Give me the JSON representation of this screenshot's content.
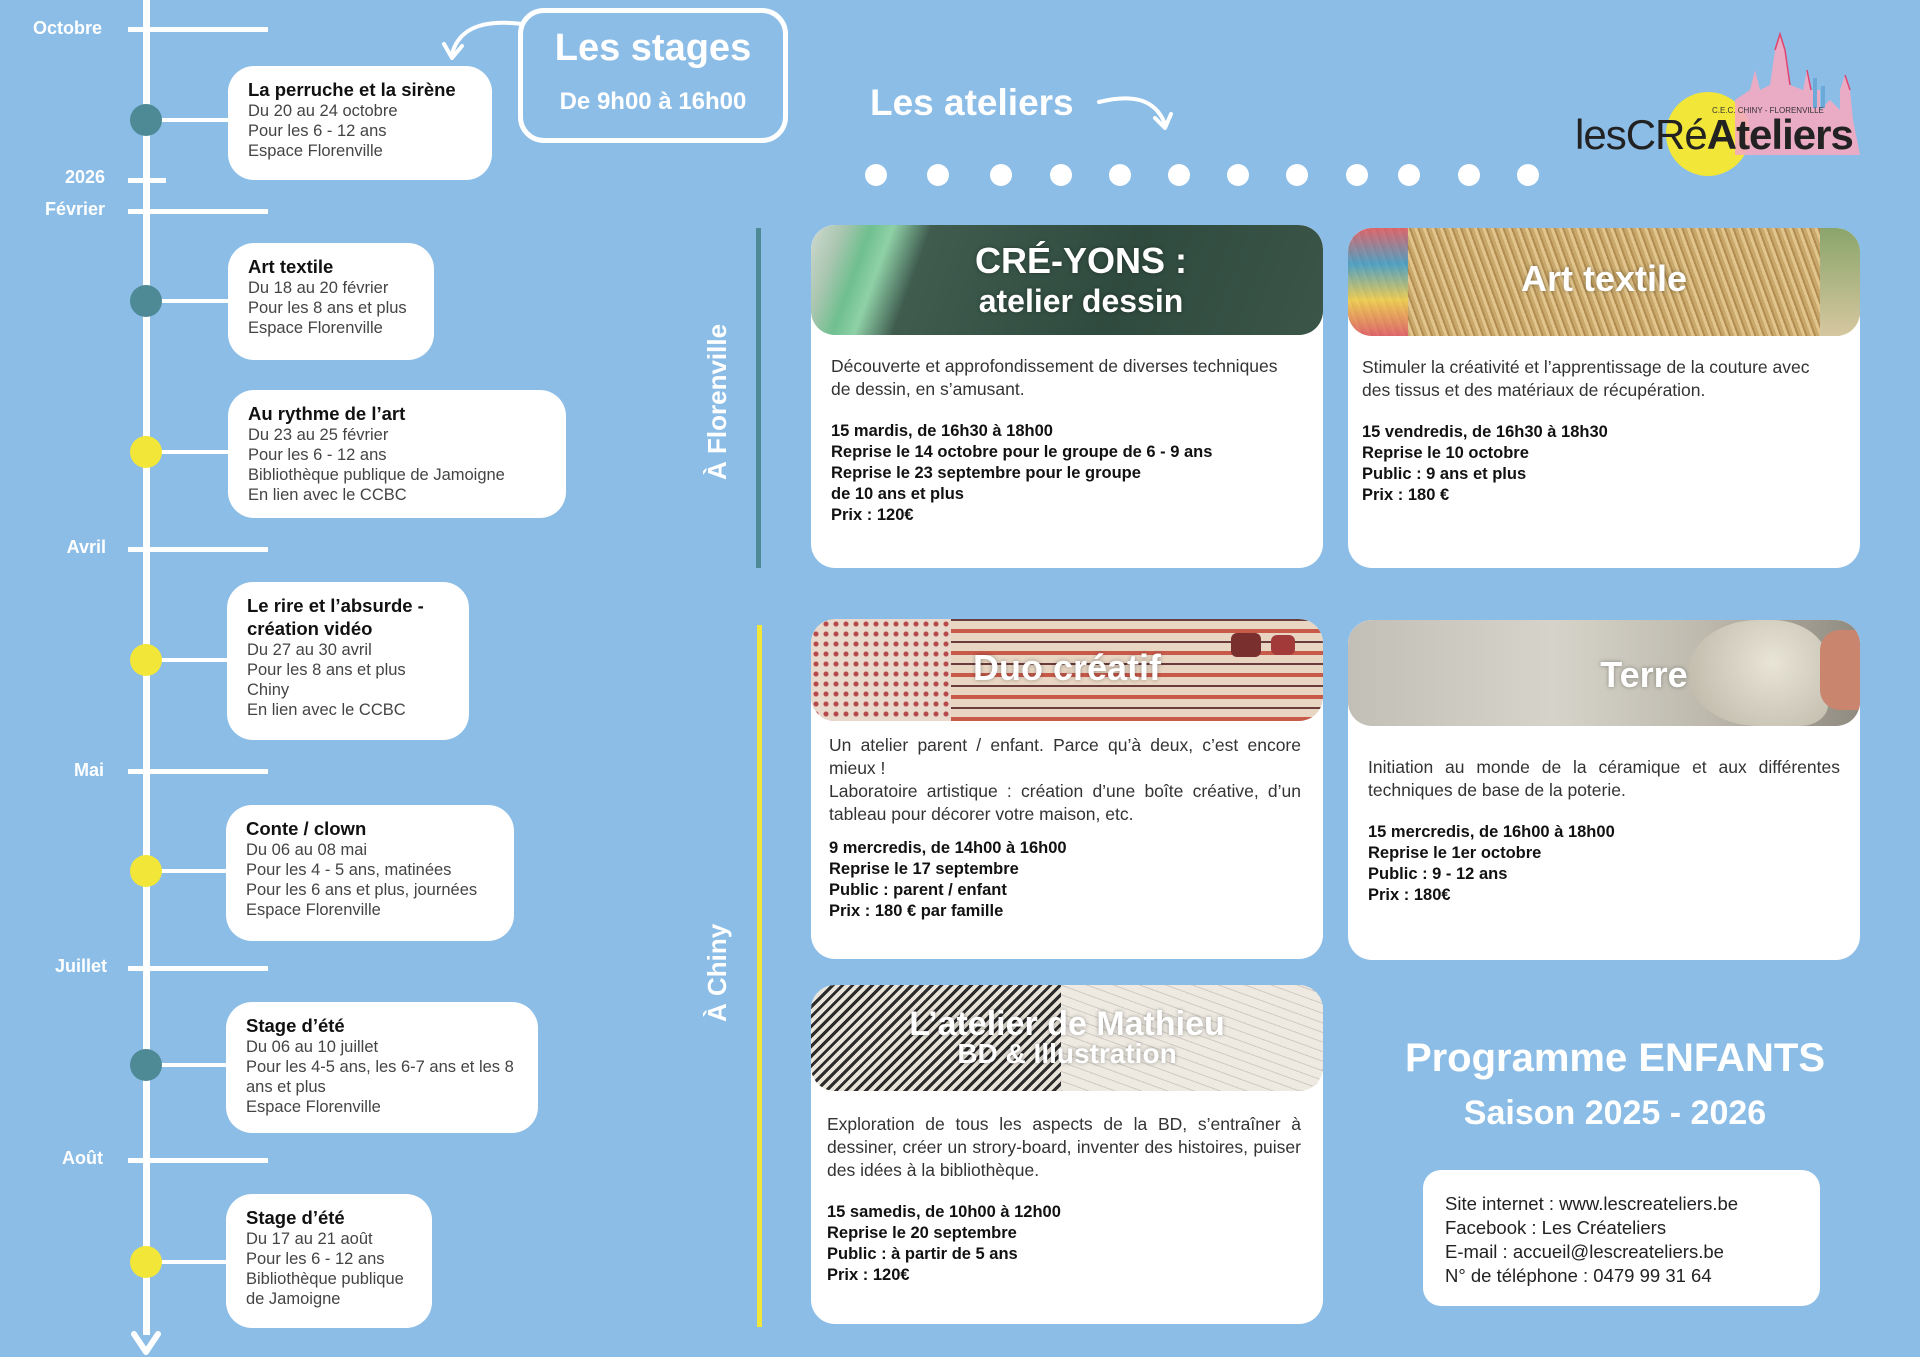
{
  "timeline": {
    "months": [
      {
        "id": "octobre",
        "label": "Octobre"
      },
      {
        "id": "year",
        "label": "2026"
      },
      {
        "id": "fevrier",
        "label": "Février"
      },
      {
        "id": "avril",
        "label": "Avril"
      },
      {
        "id": "mai",
        "label": "Mai"
      },
      {
        "id": "juillet",
        "label": "Juillet"
      },
      {
        "id": "aout",
        "label": "Août"
      }
    ],
    "stages": [
      {
        "title": "La perruche et la sirène",
        "lines": [
          "Du 20 au 24 octobre",
          "Pour les 6 - 12 ans",
          "Espace Florenville"
        ],
        "marker": "teal"
      },
      {
        "title": "Art textile",
        "lines": [
          "Du 18 au 20 février",
          "Pour les 8 ans et plus",
          "Espace Florenville"
        ],
        "marker": "teal"
      },
      {
        "title": "Au rythme de l’art",
        "lines": [
          "Du 23 au 25 février",
          "Pour les 6 - 12 ans",
          "Bibliothèque publique de Jamoigne",
          "En lien avec le CCBC"
        ],
        "marker": "yellow"
      },
      {
        "title": "Le rire et l’absurde - création vidéo",
        "lines": [
          "Du 27 au 30 avril",
          "Pour les 8 ans et plus",
          "Chiny",
          "En lien avec le CCBC"
        ],
        "marker": "yellow"
      },
      {
        "title": "Conte / clown",
        "lines": [
          "Du 06 au 08 mai",
          "Pour les 4 - 5 ans, matinées",
          "Pour les 6 ans et plus, journées",
          "Espace Florenville"
        ],
        "marker": "yellow"
      },
      {
        "title": "Stage d’été",
        "lines": [
          "Du 06 au 10 juillet",
          "Pour les 4-5 ans, les 6-7 ans et les 8 ans et plus",
          "Espace Florenville"
        ],
        "marker": "teal"
      },
      {
        "title": "Stage d’été",
        "lines": [
          "Du 17 au 21 août",
          "Pour les 6 - 12 ans",
          "Bibliothèque publique de Jamoigne"
        ],
        "marker": "yellow"
      }
    ]
  },
  "stages_header": {
    "title": "Les stages",
    "hours": "De 9h00 à 16h00"
  },
  "ateliers_header": {
    "title": "Les ateliers"
  },
  "logo": {
    "prefix": "les",
    "cre": "CRé",
    "suffix": "Ateliers",
    "subtitle": "C.E.C. CHINY - FLORENVILLE"
  },
  "locations": {
    "florenville": "À Florenville",
    "chiny": "À Chiny"
  },
  "ateliers": [
    {
      "title_line1": "CRÉ-YONS :",
      "title_line2": "atelier dessin",
      "description": "Découverte et approfondissement de diverses techniques de dessin, en s’amusant.",
      "info": [
        "15 mardis, de 16h30 à 18h00",
        "Reprise le 14 octobre pour le groupe de 6 - 9 ans",
        "Reprise le 23 septembre pour le groupe",
        "de 10 ans et plus",
        "Prix : 120€"
      ]
    },
    {
      "title_line1": "Art textile",
      "title_line2": "",
      "description": "Stimuler la créativité et l’apprentissage de la couture avec des tissus et des matériaux de récupération.",
      "info": [
        "15 vendredis, de 16h30 à 18h30",
        "Reprise le 10 octobre",
        "Public : 9 ans et plus",
        "Prix : 180 €"
      ]
    },
    {
      "title_line1": "Duo créatif",
      "title_line2": "",
      "description": "Un atelier parent / enfant. Parce qu’à deux, c’est encore mieux !",
      "description2": "Laboratoire artistique : création d’une boîte créative, d’un tableau pour décorer votre maison, etc.",
      "info": [
        "9 mercredis, de 14h00 à 16h00",
        "Reprise le 17 septembre",
        "Public : parent / enfant",
        "Prix : 180 € par famille"
      ]
    },
    {
      "title_line1": "Terre",
      "title_line2": "",
      "description": "Initiation au monde de la céramique et aux différentes techniques de base de la poterie.",
      "info": [
        "15 mercredis, de 16h00 à 18h00",
        "Reprise le 1er octobre",
        "Public : 9 - 12 ans",
        "Prix : 180€"
      ]
    },
    {
      "title_line1": "L’atelier de Mathieu",
      "title_line2": "BD & Illustration",
      "description": "Exploration de tous les aspects de la BD, s’entraîner à dessiner, créer un strory-board, inventer des histoires, puiser des idées à la bibliothèque.",
      "info": [
        "15 samedis, de 10h00 à 12h00",
        "Reprise le 20 septembre",
        "Public : à partir de 5 ans",
        "Prix : 120€"
      ]
    }
  ],
  "programme": {
    "title": "Programme ENFANTS",
    "season": "Saison 2025 - 2026"
  },
  "contact": [
    "Site internet : www.lescreateliers.be",
    "Facebook : Les Créateliers",
    "E-mail : accueil@lescreateliers.be",
    "N° de téléphone : 0479 99 31 64"
  ],
  "colors": {
    "background": "#8bbde7",
    "teal": "#4d8a95",
    "yellow": "#f2e639",
    "white": "#ffffff"
  }
}
